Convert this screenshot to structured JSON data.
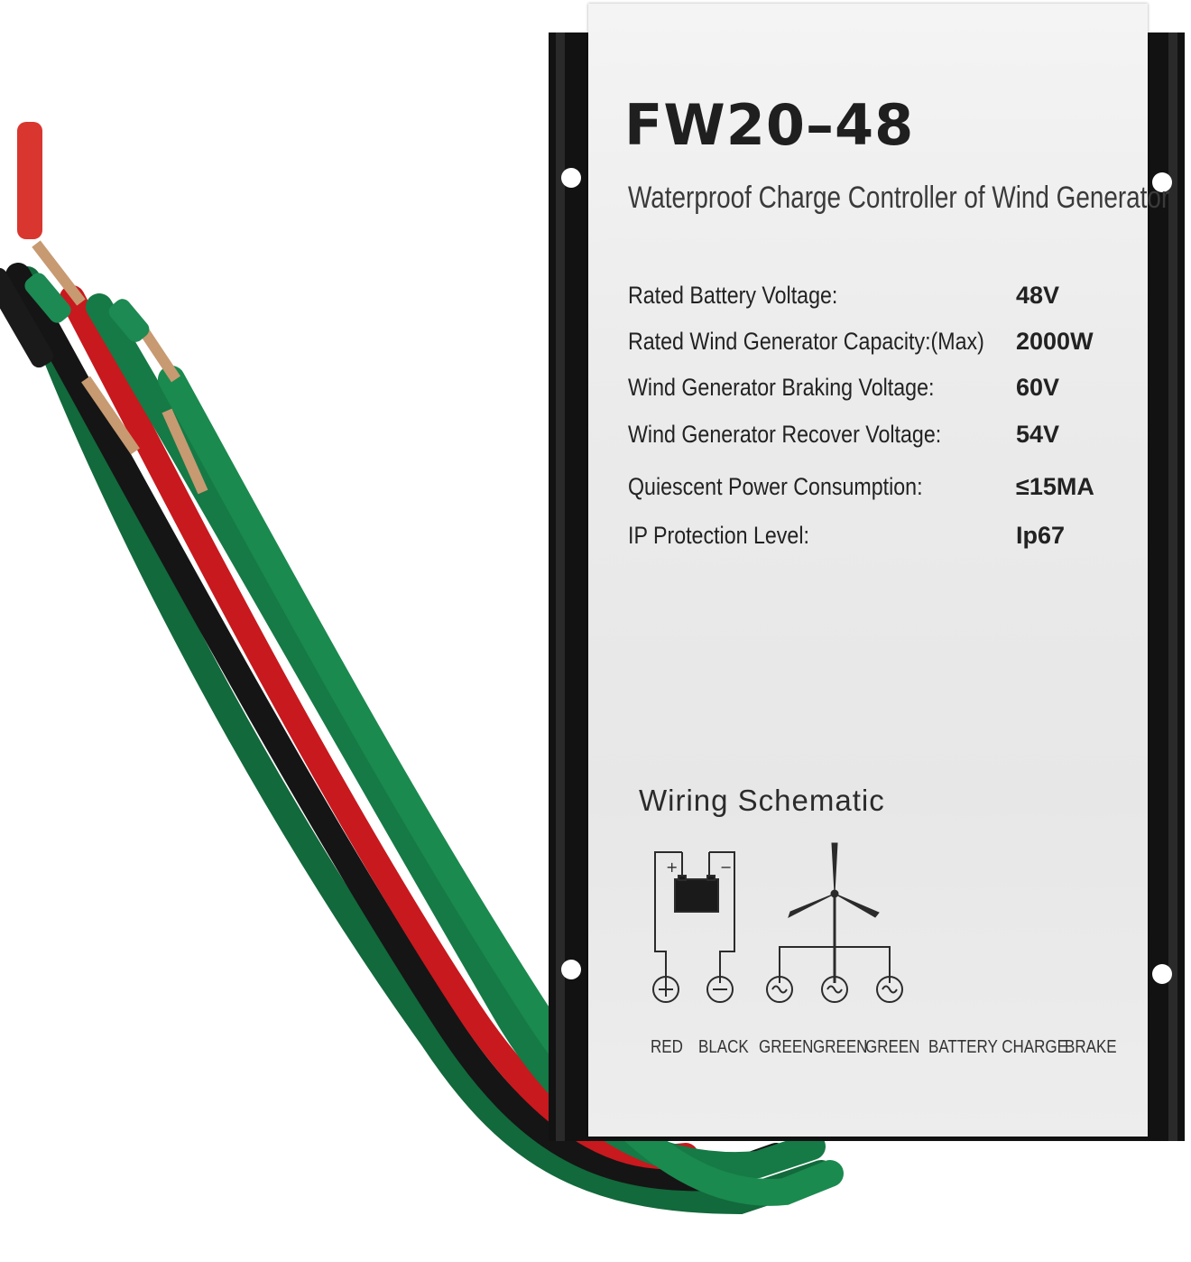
{
  "product": {
    "model": "FW20–48",
    "subtitle": "Waterproof Charge Controller of Wind Generator",
    "specs": [
      {
        "name": "Rated Battery Voltage:",
        "value": "48V"
      },
      {
        "name": "Rated Wind Generator Capacity:(Max)",
        "value": "2000W"
      },
      {
        "name": "Wind Generator Braking Voltage:",
        "value": "60V"
      },
      {
        "name": "Wind Generator Recover Voltage:",
        "value": "54V"
      },
      {
        "name": "Quiescent Power Consumption:",
        "value": "≤15MA"
      },
      {
        "name": "IP Protection Level:",
        "value": "Ip67"
      }
    ]
  },
  "schematic": {
    "title": "Wiring Schematic",
    "battery_plus": "+",
    "battery_minus": "−",
    "terminals": [
      "RED",
      "BLACK",
      "GREEN",
      "GREEN",
      "GREEN"
    ],
    "legend": [
      "BATTERY CHARGE",
      "BRAKE"
    ]
  },
  "wire_colors": {
    "red": "#c8191e",
    "black": "#151515",
    "green": "#157a45",
    "copper": "#c79a72"
  }
}
